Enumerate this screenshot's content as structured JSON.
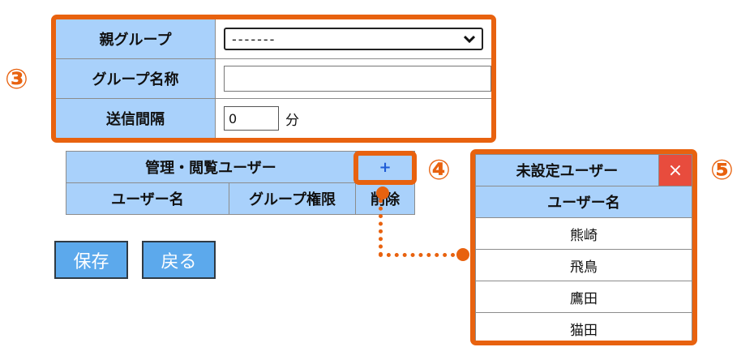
{
  "callouts": {
    "c3": "③",
    "c4": "④",
    "c5": "⑤"
  },
  "form": {
    "parent_group_label": "親グループ",
    "parent_group_value": "-------",
    "group_name_label": "グループ名称",
    "group_name_value": "",
    "interval_label": "送信間隔",
    "interval_value": "0",
    "interval_unit": "分"
  },
  "managers": {
    "title": "管理・閲覧ユーザー",
    "add_label": "+",
    "columns": [
      "ユーザー名",
      "グループ権限",
      "削除"
    ]
  },
  "buttons": {
    "save": "保存",
    "back": "戻る"
  },
  "popup": {
    "title": "未設定ユーザー",
    "close_label": "×",
    "column": "ユーザー名",
    "users": [
      "熊崎",
      "飛鳥",
      "鷹田",
      "猫田"
    ]
  },
  "colors": {
    "accent_orange": "#e8620f",
    "header_blue": "#a9d1fb",
    "button_blue": "#5ca9ec",
    "close_red": "#e84c3d"
  },
  "icons": {
    "dropdown": "chevron-down-icon",
    "close": "close-icon"
  }
}
